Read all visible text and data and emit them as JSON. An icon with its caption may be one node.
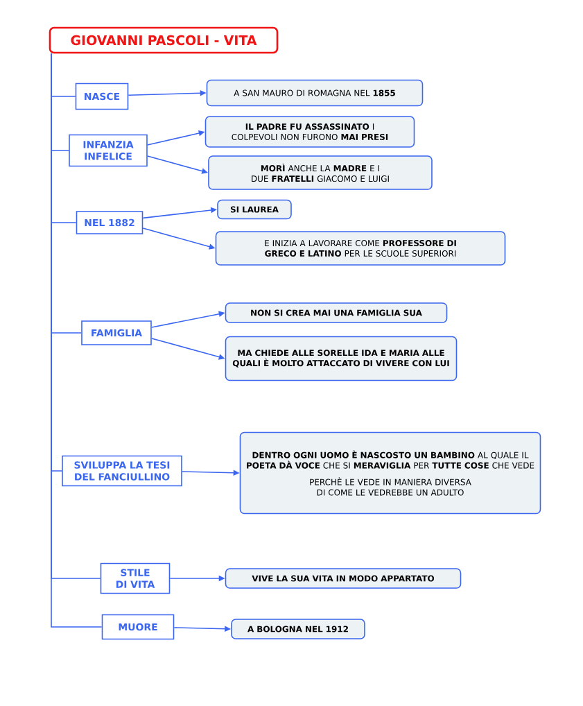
{
  "diagram": {
    "nodes": [
      {
        "text": [
          "GIOVANNI PASCOLI - VITA"
        ]
      },
      {
        "text": [
          "NASCE"
        ]
      },
      {
        "text": [
          "A SAN MAURO DI ROMAGNA NEL **1855**"
        ]
      },
      {
        "text": [
          "INFANZIA INFELICE"
        ]
      },
      {
        "text": [
          "**IL PADRE FU ASSASSINATO** I COLPEVOLI NON FURONO **MAI PRESI**"
        ]
      },
      {
        "text": [
          "**MORÌ** ANCHE LA **MADRE** E I DUE **FRATELLI** GIACOMO E LUIGI"
        ]
      },
      {
        "text": [
          "NEL 1882"
        ]
      },
      {
        "text": [
          "SI LAUREA"
        ]
      },
      {
        "text": [
          "E INIZIA A LAVORARE COME **PROFESSORE DI GRECO E LATINO** PER LE SCUOLE SUPERIORI"
        ]
      },
      {
        "text": [
          "FAMIGLIA"
        ]
      },
      {
        "text": [
          "NON SI CREA MAI UNA FAMIGLIA SUA"
        ]
      },
      {
        "text": [
          "MA CHIEDE ALLE SORELLE IDA E MARIA ALLE QUALI È MOLTO ATTACCATO DI VIVERE CON LUI"
        ]
      },
      {
        "text": [
          "SVILUPPA LA TESI DEL FANCIULLINO"
        ]
      },
      {
        "text": [
          "**DENTRO OGNI UOMO È NASCOSTO UN BAMBINO** AL QUALE IL **POETA DÀ VOCE** CHE SI **MERAVIGLIA** PER **TUTTE COSE** CHE VEDE",
          "PERCHÈ LE VEDE IN MANIERA DIVERSA DI COME LE VEDREBBE UN ADULTO"
        ]
      },
      {
        "text": [
          "STILE DI VITA"
        ]
      },
      {
        "text": [
          "VIVE LA SUA VITA IN MODO APPARTATO"
        ]
      },
      {
        "text": [
          "MUORE"
        ]
      },
      {
        "text": [
          "A BOLOGNA NEL 1912"
        ]
      }
    ],
    "edges": [
      {
        "from": 0,
        "to": 1,
        "arrow": "none"
      },
      {
        "from": 1,
        "to": 2,
        "arrow": "to"
      },
      {
        "from": 0,
        "to": 3,
        "arrow": "none"
      },
      {
        "from": 3,
        "to": 4,
        "arrow": "to"
      },
      {
        "from": 3,
        "to": 5,
        "arrow": "to"
      },
      {
        "from": 0,
        "to": 6,
        "arrow": "none"
      },
      {
        "from": 6,
        "to": 7,
        "arrow": "to"
      },
      {
        "from": 6,
        "to": 8,
        "arrow": "to"
      },
      {
        "from": 0,
        "to": 9,
        "arrow": "none"
      },
      {
        "from": 9,
        "to": 10,
        "arrow": "to"
      },
      {
        "from": 9,
        "to": 11,
        "arrow": "to"
      },
      {
        "from": 0,
        "to": 12,
        "arrow": "none"
      },
      {
        "from": 12,
        "to": 13,
        "arrow": "to"
      },
      {
        "from": 0,
        "to": 14,
        "arrow": "none"
      },
      {
        "from": 14,
        "to": 15,
        "arrow": "to"
      },
      {
        "from": 0,
        "to": 16,
        "arrow": "none"
      },
      {
        "from": 16,
        "to": 17,
        "arrow": "to"
      }
    ]
  }
}
